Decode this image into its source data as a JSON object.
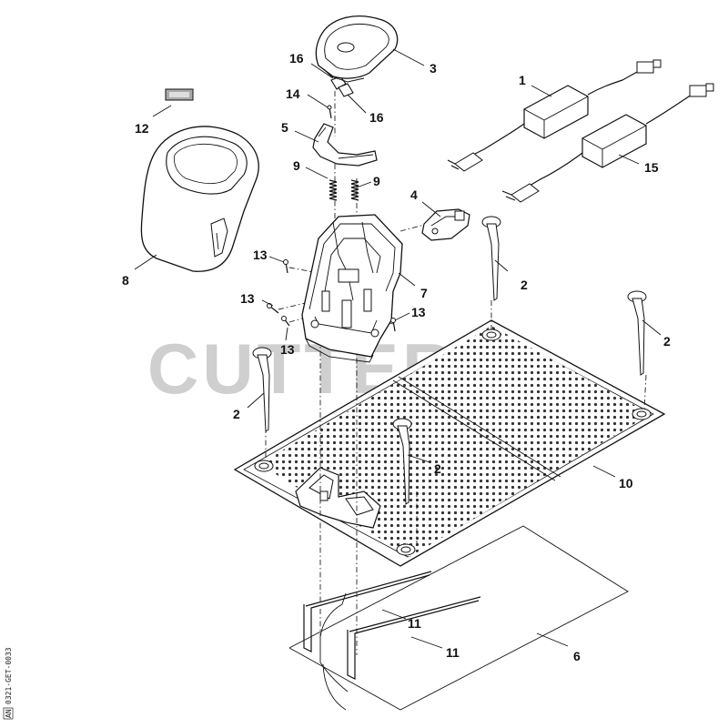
{
  "watermark": "CUTTERS",
  "drawing_code": "0321-GET-0033",
  "drawing_code_box": "AN",
  "callouts": {
    "c1": "1",
    "c2a": "2",
    "c2b": "2",
    "c2c": "2",
    "c2d": "2",
    "c3": "3",
    "c4": "4",
    "c5": "5",
    "c6": "6",
    "c7": "7",
    "c8": "8",
    "c9a": "9",
    "c9b": "9",
    "c10": "10",
    "c11a": "11",
    "c11b": "11",
    "c12": "12",
    "c13a": "13",
    "c13b": "13",
    "c13c": "13",
    "c13d": "13",
    "c14": "14",
    "c15": "15",
    "c16a": "16",
    "c16b": "16"
  }
}
